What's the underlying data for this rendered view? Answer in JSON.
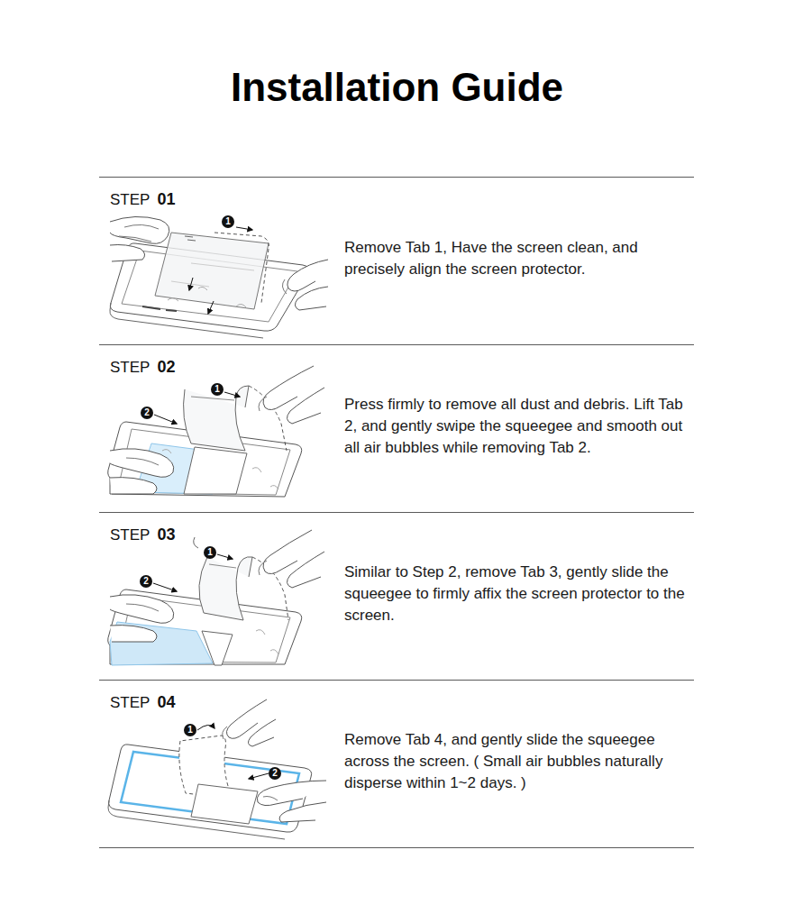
{
  "diagram": {
    "title": "Installation Guide",
    "nodes": [
      {
        "text": [
          "STEP",
          "01",
          "Remove Tab 1, Have the screen clean, and precisely align the screen protector."
        ]
      },
      {
        "text": [
          "STEP",
          "02",
          "Press firmly to remove all dust and debris. Lift Tab 2, and gently swipe the squeegee and smooth out all air bubbles while removing Tab 2."
        ]
      },
      {
        "text": [
          "STEP",
          "03",
          "Similar to Step 2, remove Tab 3, gently slide the squeegee to firmly affix the screen protector to the screen."
        ]
      },
      {
        "text": [
          "STEP",
          "04",
          "Remove Tab 4, and gently slide the squeegee across the screen. ( Small air bubbles naturally disperse within 1~2 days. )"
        ]
      }
    ],
    "labels": [
      "1",
      "2",
      "1",
      "2",
      "1",
      "1",
      "2"
    ]
  }
}
